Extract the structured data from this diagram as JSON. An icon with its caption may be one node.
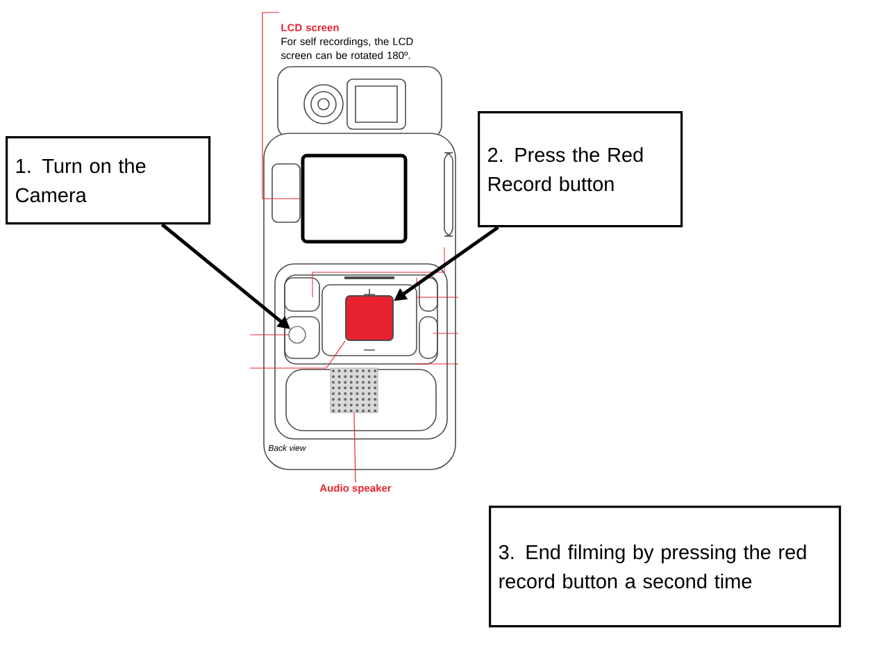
{
  "diagram": {
    "nodes": [
      {
        "text": [
          "1. Turn on the Camera"
        ]
      },
      {
        "text": [
          "2. Press the Red Record button"
        ]
      },
      {
        "text": [
          "3. End filming by pressing the red record button a second time"
        ]
      },
      {
        "text": [
          "LCD screen",
          "For self recordings, the LCD screen can be rotated 180º."
        ]
      },
      {
        "text": [],
        "shape": "box"
      },
      {
        "text": [],
        "shape": "circle"
      },
      {
        "text": [],
        "shape": "box"
      },
      {
        "text": [
          "Audio speaker"
        ]
      },
      {
        "text": [],
        "shape": "box"
      }
    ],
    "edges": [
      {
        "from": 0,
        "to": 5,
        "arrow": "to",
        "style": "thick",
        "color": "#000000"
      },
      {
        "from": 1,
        "to": 6,
        "arrow": "to",
        "style": "thick",
        "color": "#000000"
      },
      {
        "from": 3,
        "to": 4,
        "arrow": "none",
        "color": "#e8222f"
      },
      {
        "from": 7,
        "to": 8,
        "arrow": "none",
        "color": "#e8222f"
      },
      {
        "from": null,
        "to": 5,
        "arrow": "none",
        "color": "#e8222f"
      },
      {
        "from": null,
        "to": 6,
        "arrow": "none",
        "color": "#e8222f"
      }
    ],
    "labels": [
      "Back view"
    ]
  }
}
